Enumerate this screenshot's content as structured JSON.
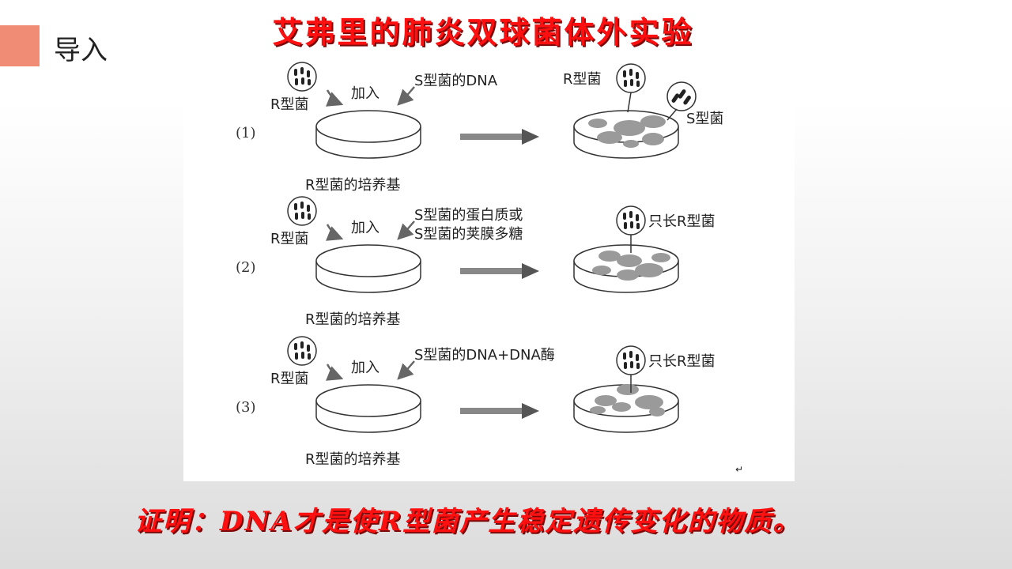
{
  "header": {
    "section_title": "导入",
    "main_title": "艾弗里的肺炎双球菌体外实验"
  },
  "experiments": [
    {
      "number": "(1)",
      "bacteria_label": "R型菌",
      "add_label": "加入",
      "added_substance": [
        "S型菌的DNA"
      ],
      "medium_label": "R型菌的培养基",
      "result_labels": [
        "R型菌",
        "S型菌"
      ]
    },
    {
      "number": "(2)",
      "bacteria_label": "R型菌",
      "add_label": "加入",
      "added_substance": [
        "S型菌的蛋白质或",
        "S型菌的荚膜多糖"
      ],
      "medium_label": "R型菌的培养基",
      "result_labels": [
        "只长R型菌"
      ]
    },
    {
      "number": "(3)",
      "bacteria_label": "R型菌",
      "add_label": "加入",
      "added_substance": [
        "S型菌的DNA+DNA酶"
      ],
      "medium_label": "R型菌的培养基",
      "result_labels": [
        "只长R型菌"
      ]
    }
  ],
  "figure_mark": "↵",
  "conclusion": "证明：DNA才是使R型菌产生稳定遗传变化的物质。",
  "colors": {
    "accent": "#f08c76",
    "title_red": "#ff1010",
    "colony_gray": "#9a9a9a"
  }
}
